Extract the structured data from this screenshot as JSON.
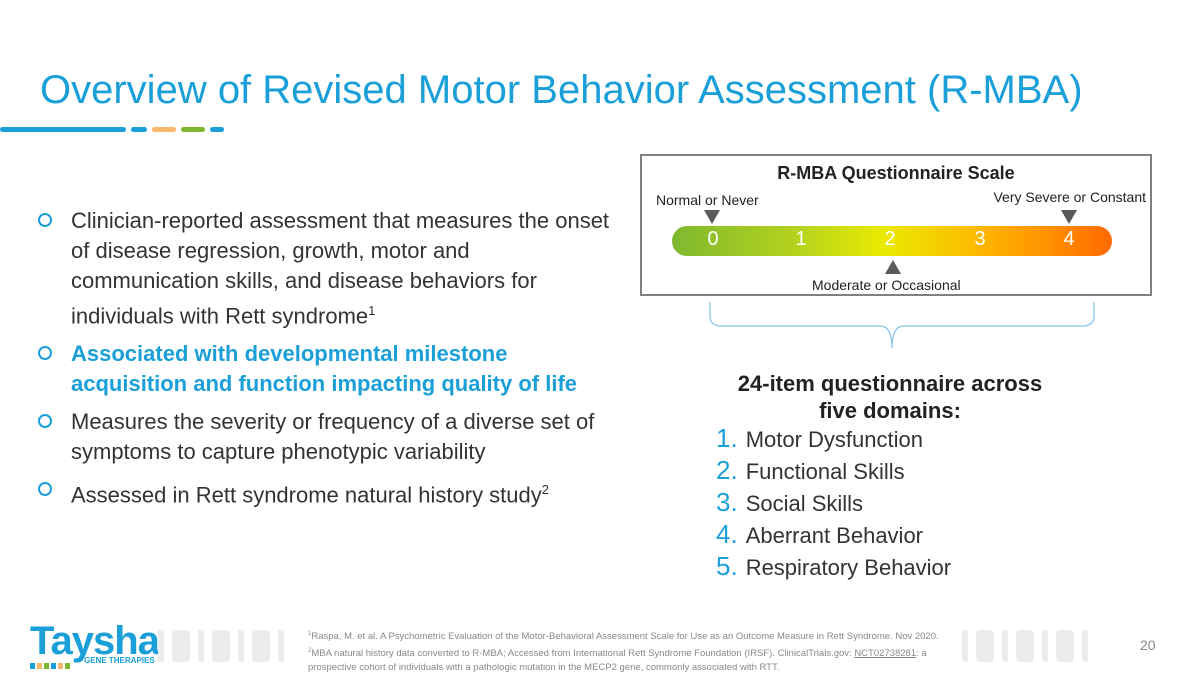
{
  "title": "Overview of Revised Motor Behavior Assessment (R-MBA)",
  "accent_colors": [
    "#1a9fd9",
    "#f7b86b",
    "#7fb82f"
  ],
  "bullets": [
    {
      "text": "Clinician-reported assessment that measures the onset of disease regression, growth, motor and communication skills, and disease behaviors for individuals with Rett syndrome",
      "sup": "1",
      "highlight": false
    },
    {
      "text": "Associated with developmental milestone acquisition and function impacting quality of life",
      "sup": "",
      "highlight": true
    },
    {
      "text": "Measures the severity or frequency of a diverse set of symptoms to capture phenotypic variability",
      "sup": "",
      "highlight": false
    },
    {
      "text": "Assessed in Rett syndrome natural history study",
      "sup": "2",
      "highlight": false
    }
  ],
  "scale": {
    "title": "R-MBA Questionnaire Scale",
    "low_label": "Normal or Never",
    "high_label": "Very Severe or Constant",
    "mid_label": "Moderate or Occasional",
    "ticks": [
      "0",
      "1",
      "2",
      "3",
      "4"
    ],
    "gradient_colors": [
      "#7fb82f",
      "#eaea00",
      "#ff6a00"
    ]
  },
  "questionnaire": {
    "title_line1": "24-item questionnaire across",
    "title_line2": "five domains:",
    "domains": [
      {
        "num": "1.",
        "label": "Motor Dysfunction"
      },
      {
        "num": "2.",
        "label": "Functional Skills"
      },
      {
        "num": "3.",
        "label": "Social Skills"
      },
      {
        "num": "4.",
        "label": "Aberrant Behavior"
      },
      {
        "num": "5.",
        "label": "Respiratory Behavior"
      }
    ]
  },
  "logo": {
    "name": "Taysha",
    "sub": "GENE THERAPIES"
  },
  "footnote": {
    "sup1": "1",
    "part1": "Raspa, M. et al. A Psychometric Evaluation of the Motor-Behavioral Assessment Scale for Use as an Outcome Measure in Rett Syndrome. Nov 2020. ",
    "sup2": "2",
    "part2": "MBA natural history data converted to R-MBA; Accessed from International Rett Syndrome Foundation (IRSF). ClinicalTrials.gov: ",
    "link": "NCT02738281",
    "part3": ": a prospective cohort of individuals with a pathologic mutation in the MECP2 gene, commonly associated with RTT."
  },
  "page_number": "20"
}
